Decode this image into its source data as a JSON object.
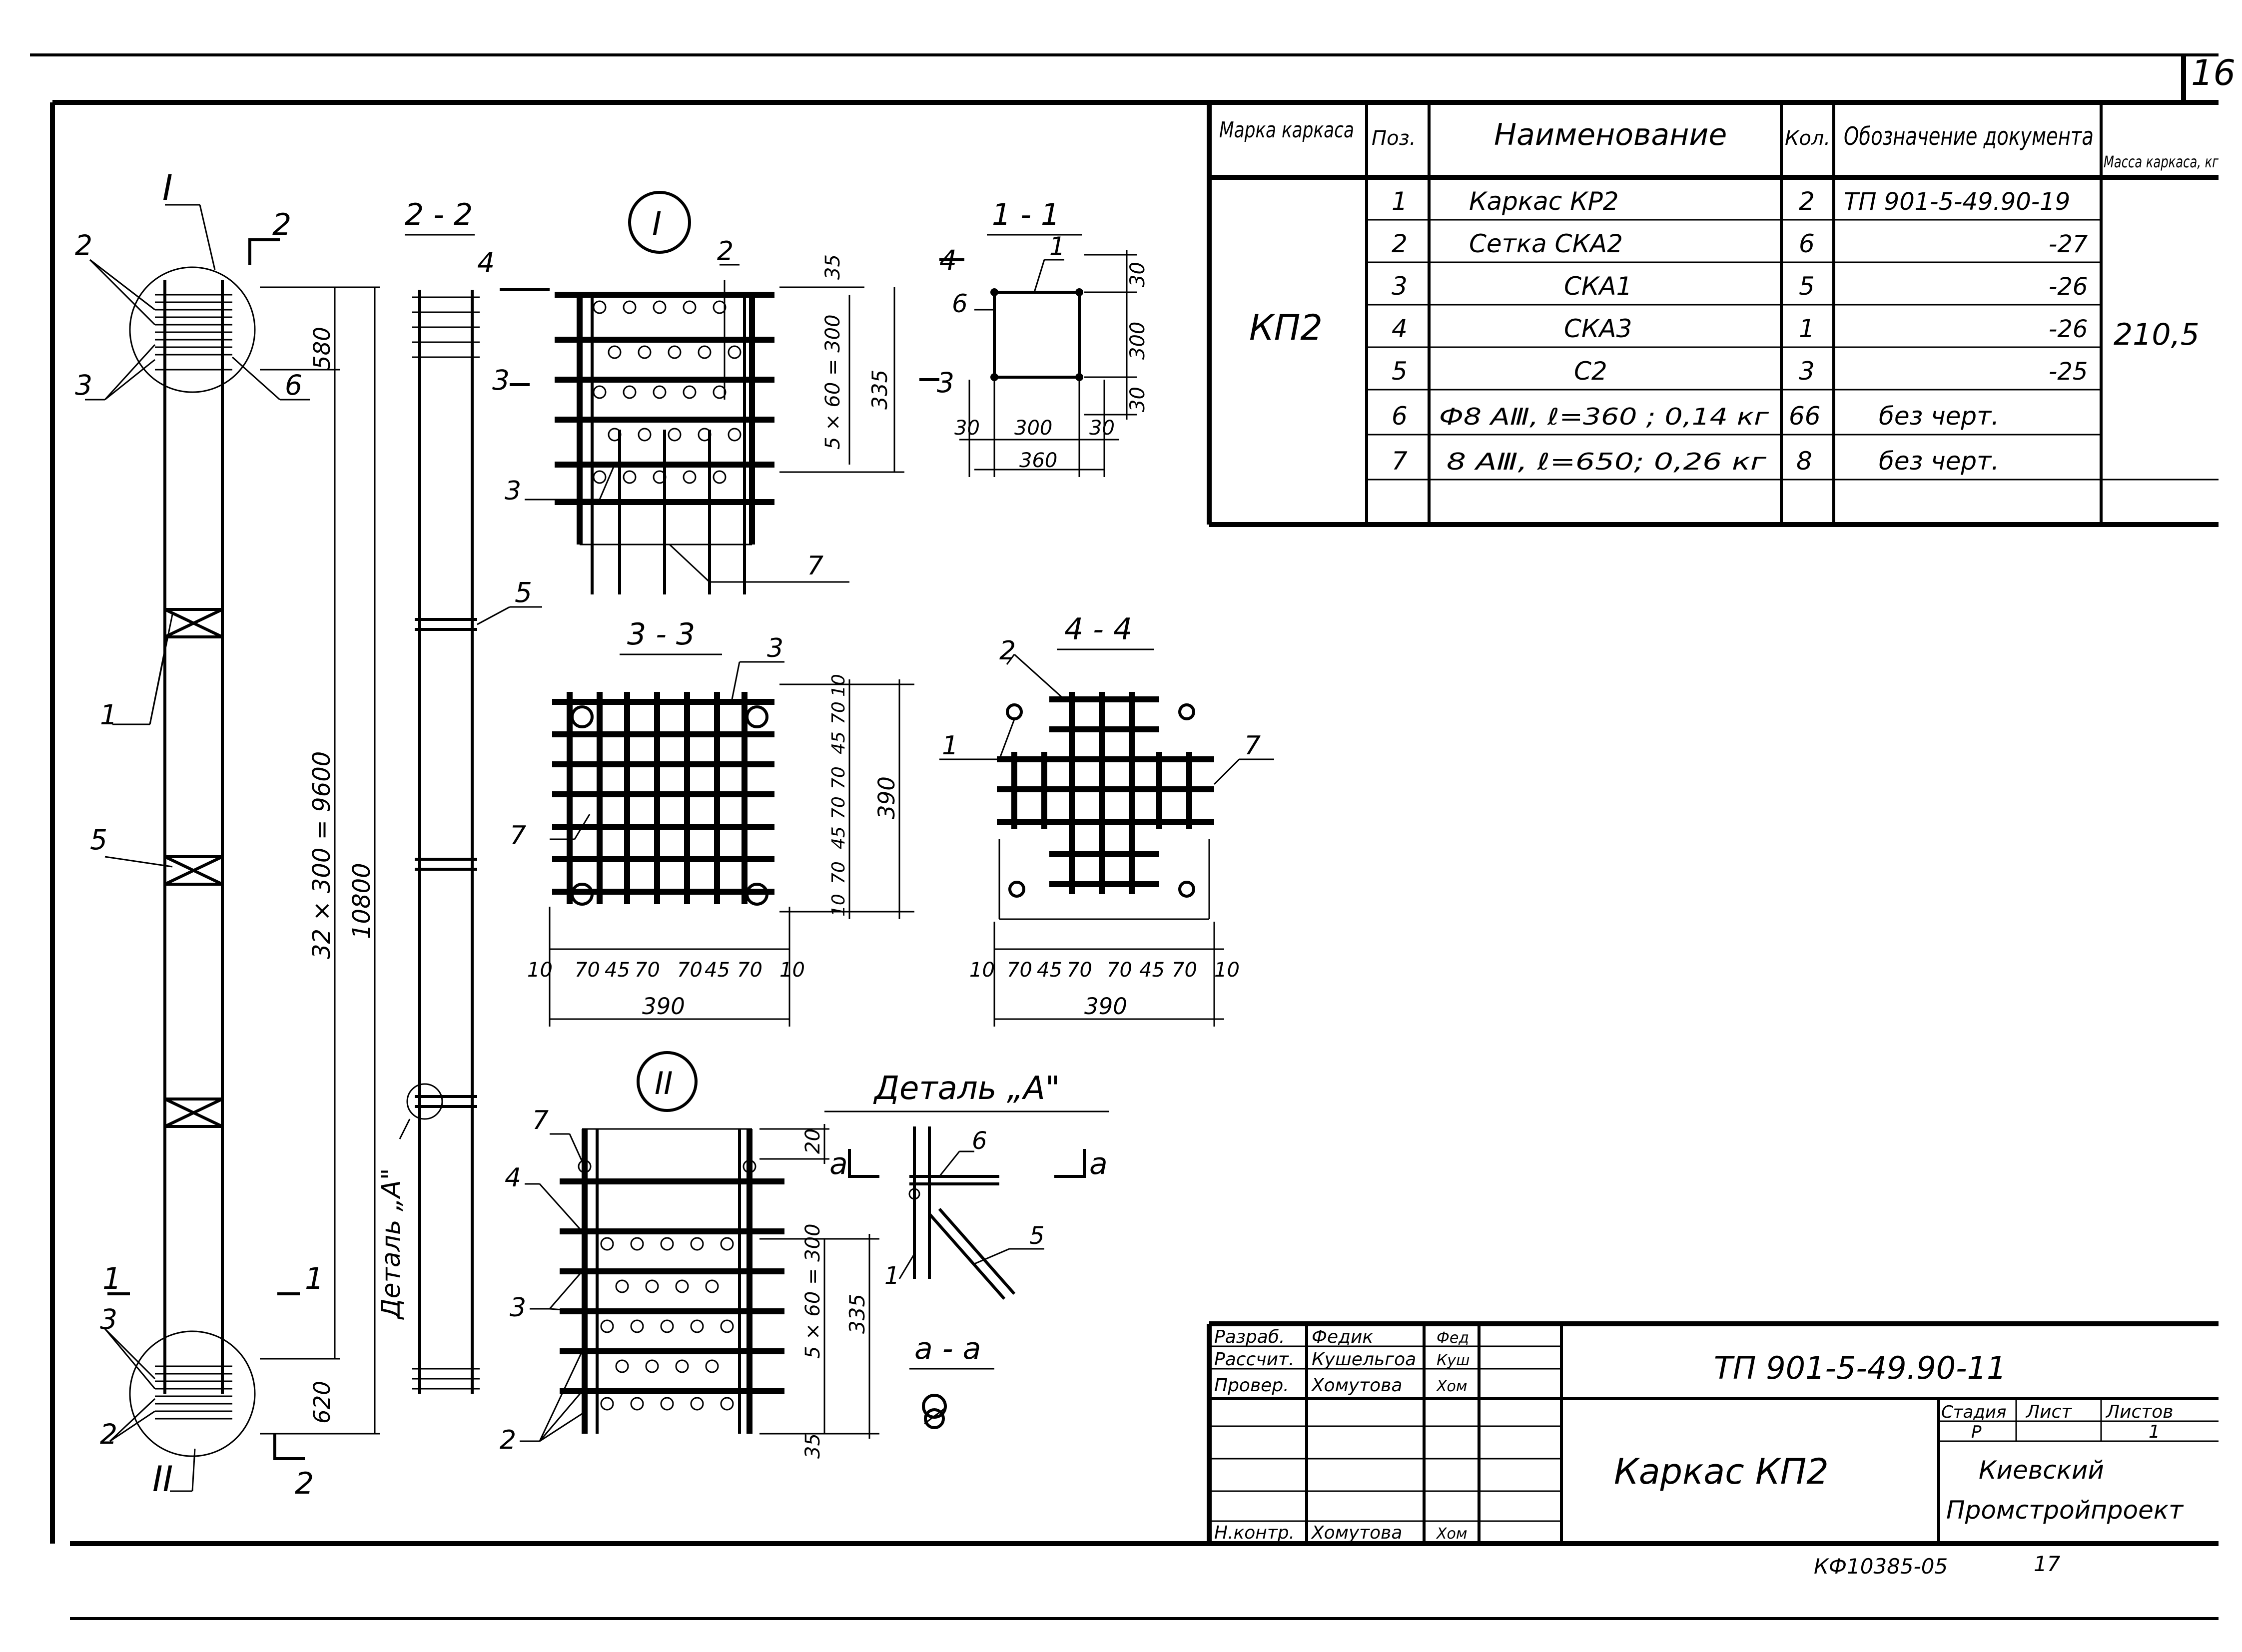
{
  "sheet": {
    "page_number": "16",
    "bottom_code": "КФ10385-05",
    "bottom_number": "17"
  },
  "spec_table": {
    "headers": [
      "Марка каркаса",
      "Поз.",
      "Наименование",
      "Кол.",
      "Обозначение документа",
      "Масса каркаса, кг"
    ],
    "mark": "КП2",
    "mass": "210,5",
    "rows": [
      {
        "pos": "1",
        "name": "Каркас КР2",
        "qty": "2",
        "doc": "ТП 901-5-49.90-19"
      },
      {
        "pos": "2",
        "name": "Сетка СКА2",
        "qty": "6",
        "doc": "-27"
      },
      {
        "pos": "3",
        "name": "СКА1",
        "qty": "5",
        "doc": "-26"
      },
      {
        "pos": "4",
        "name": "СКА3",
        "qty": "1",
        "doc": "-26"
      },
      {
        "pos": "5",
        "name": "С2",
        "qty": "3",
        "doc": "-25"
      },
      {
        "pos": "6",
        "name": "Ф8 АⅢ, ℓ=360 ; 0,14 кг",
        "qty": "66",
        "doc": "без черт."
      },
      {
        "pos": "7",
        "name": "8 АⅢ, ℓ=650; 0,26 кг",
        "qty": "8",
        "doc": "без черт."
      }
    ]
  },
  "title_block": {
    "roles": [
      "Разраб.",
      "Рассчит.",
      "Провер.",
      "",
      "",
      "Н.контр."
    ],
    "names": [
      "Федик",
      "Кушельгоа",
      "Хомутова",
      "",
      "",
      "Хомутова"
    ],
    "signatures": [
      "Фед",
      "Куш",
      "Хом",
      "",
      "",
      "Хом"
    ],
    "doc_code": "ТП 901-5-49.90-11",
    "item_name": "Каркас КП2",
    "stage_header": "Стадия",
    "sheet_header": "Лист",
    "sheets_header": "Листов",
    "stage": "Р",
    "sheets": "1",
    "organization_line1": "Киевский",
    "organization_line2": "Промстройпроект"
  },
  "views": {
    "main_callout_top": "I",
    "main_callout_bottom": "II",
    "section_2_2": "2 - 2",
    "section_1_1": "1 - 1",
    "section_3_3": "3 - 3",
    "section_4_4": "4 - 4",
    "section_a_a": "а - а",
    "detail_title": "Деталь „А\"",
    "detail_vertical_label": "Деталь „А\"",
    "cut_2": "2",
    "cut_1": "1",
    "cut_3": "3",
    "cut_4": "4",
    "cut_a": "а"
  },
  "positions": {
    "p1": "1",
    "p2": "2",
    "p3": "3",
    "p4": "4",
    "p5": "5",
    "p6": "6",
    "p7": "7"
  },
  "dimensions": {
    "main_580": "580",
    "main_620": "620",
    "main_span": "32 × 300 = 9600",
    "main_total": "10800",
    "d35": "35",
    "d5x60": "5 × 60 = 300",
    "d335": "335",
    "d20": "20",
    "s11_30a": "30",
    "s11_300v": "300",
    "s11_30b": "30",
    "s11_30l": "30",
    "s11_300h": "300",
    "s11_30r": "30",
    "s11_360": "360",
    "s33_chain": [
      "10",
      "70",
      "45",
      "70",
      "70",
      "45",
      "70",
      "10"
    ],
    "s33_total": "390",
    "s33_vchain": [
      "70",
      "45",
      "70",
      "70",
      "45",
      "70",
      "10",
      "10"
    ],
    "s33_vtotal": "390",
    "s44_chain": [
      "10",
      "70",
      "45",
      "70",
      "70",
      "45",
      "70",
      "10"
    ],
    "s44_total": "390"
  },
  "colors": {
    "ink": "#000000",
    "paper": "#ffffff"
  }
}
